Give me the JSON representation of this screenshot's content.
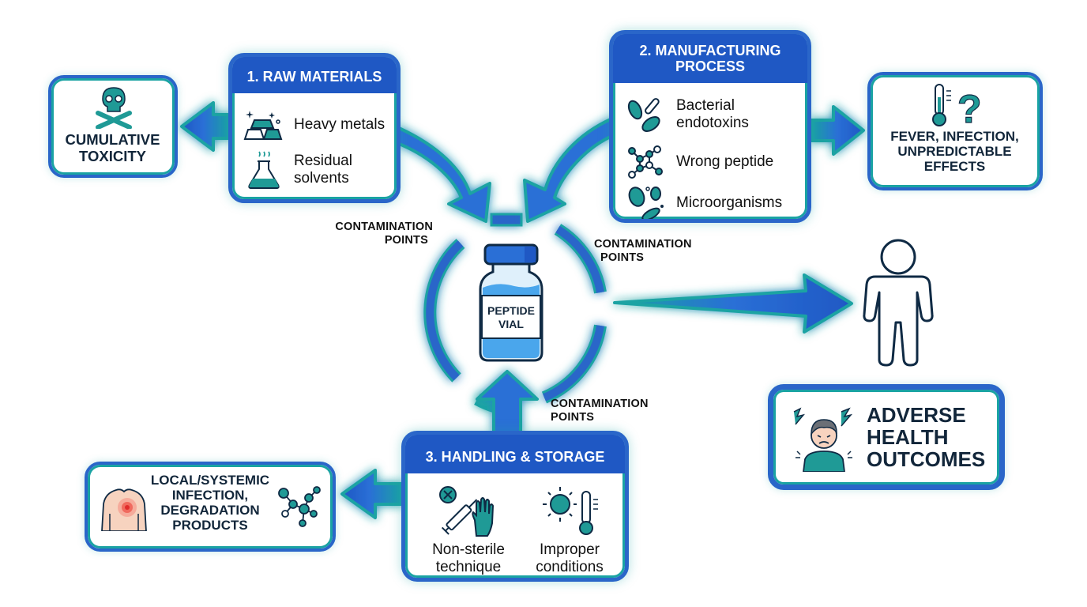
{
  "center": {
    "label_line1": "PEPTIDE",
    "label_line2": "VIAL"
  },
  "contamination_labels": [
    {
      "line1": "CONTAMINATION",
      "line2": "POINTS"
    },
    {
      "line1": "CONTAMINATION",
      "line2": "POINTS"
    },
    {
      "line1": "CONTAMINATION",
      "line2": "POINTS"
    }
  ],
  "sources": [
    {
      "title": "1. RAW MATERIALS",
      "items": [
        {
          "label_line1": "Heavy metals",
          "label_line2": "",
          "icon": "metal-ingots-icon"
        },
        {
          "label_line1": "Residual",
          "label_line2": "solvents",
          "icon": "flask-icon"
        }
      ]
    },
    {
      "title_line1": "2. MANUFACTURING",
      "title_line2": "PROCESS",
      "items": [
        {
          "label_line1": "Bacterial",
          "label_line2": "endotoxins",
          "icon": "bacteria-thermometer-icon"
        },
        {
          "label_line1": "Wrong peptide",
          "label_line2": "",
          "icon": "molecule-icon"
        },
        {
          "label_line1": "Microorganisms",
          "label_line2": "",
          "icon": "microorganisms-icon"
        }
      ]
    },
    {
      "title": "3. HANDLING & STORAGE",
      "items": [
        {
          "label_line1": "Non-sterile",
          "label_line2": "technique",
          "icon": "syringe-glove-icon"
        },
        {
          "label_line1": "Improper",
          "label_line2": "conditions",
          "icon": "sun-thermometer-icon"
        }
      ]
    }
  ],
  "outcomes": {
    "cumulative": {
      "line1": "CUMULATIVE",
      "line2": "TOXICITY",
      "icon": "skull-crossbones-icon"
    },
    "fever": {
      "line1": "FEVER, INFECTION,",
      "line2": "UNPREDICTABLE",
      "line3": "EFFECTS",
      "icon": "thermometer-question-icon"
    },
    "infection": {
      "line1": "LOCAL/SYSTEMIC",
      "line2": "INFECTION,",
      "line3": "DEGRADATION",
      "line4": "PRODUCTS",
      "icon": "inflamed-torso-icon"
    },
    "adverse": {
      "line1": "ADVERSE",
      "line2": "HEALTH",
      "line3": "OUTCOMES",
      "icon": "distressed-person-icon"
    }
  },
  "colors": {
    "blue": "#1f58c4",
    "teal": "#1aa3a3",
    "dark_text": "#12263a",
    "icon_teal": "#1f9a96"
  }
}
